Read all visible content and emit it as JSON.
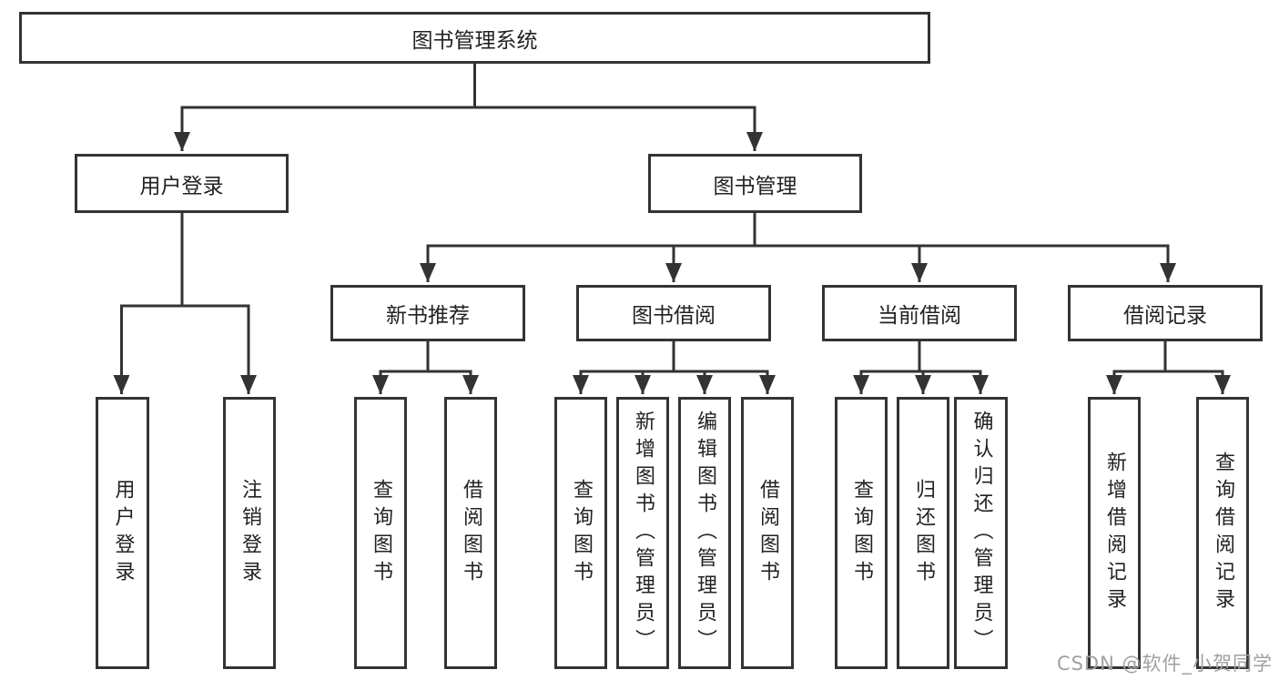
{
  "colors": {
    "background": "#ffffff",
    "line": "#333333",
    "box_border": "#333333",
    "text": "#222222",
    "watermark": "#a0a0a0"
  },
  "watermark": "CSDN @软件_小贺同学",
  "tree": {
    "root": {
      "label": "图书管理系统"
    },
    "level2": [
      {
        "label": "用户登录",
        "children": [
          {
            "label": "用户登录"
          },
          {
            "label": "注销登录"
          }
        ]
      },
      {
        "label": "图书管理",
        "children": [
          {
            "label": "新书推荐",
            "children": [
              {
                "label": "查询图书"
              },
              {
                "label": "借阅图书"
              }
            ]
          },
          {
            "label": "图书借阅",
            "children": [
              {
                "label": "查询图书"
              },
              {
                "label": "新增图书（管理员）"
              },
              {
                "label": "编辑图书（管理员）"
              },
              {
                "label": "借阅图书"
              }
            ]
          },
          {
            "label": "当前借阅",
            "children": [
              {
                "label": "查询图书"
              },
              {
                "label": "归还图书"
              },
              {
                "label": "确认归还（管理员）"
              }
            ]
          },
          {
            "label": "借阅记录",
            "children": [
              {
                "label": "新增借阅记录"
              },
              {
                "label": "查询借阅记录"
              }
            ]
          }
        ]
      }
    ]
  }
}
